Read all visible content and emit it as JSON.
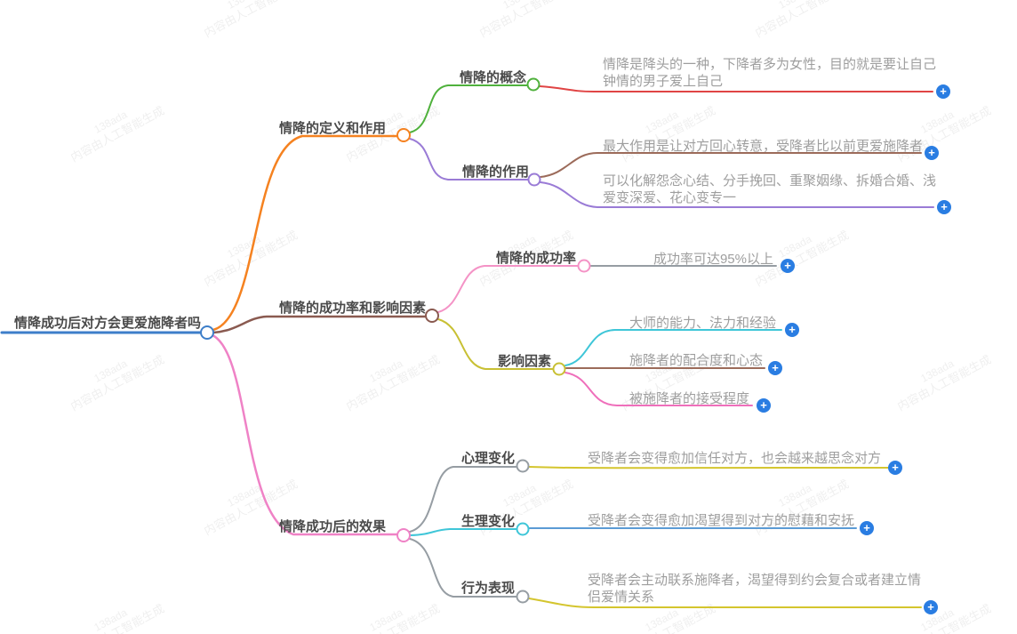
{
  "colors": {
    "root": "#3d7ec9",
    "plus": "#2a7de2",
    "orange": "#f58220",
    "green": "#4fb13c",
    "red": "#e04444",
    "purple": "#9a7bd6",
    "brown": "#9c6b5a",
    "darkbrown": "#8a5a50",
    "pink": "#ef82c6",
    "pinklight": "#f493c6",
    "pinkdeep": "#ef6fbb",
    "olive": "#c8c034",
    "yellow": "#d4c52e",
    "cyan": "#3fc6d8",
    "blueleaf": "#5b9bd5",
    "gray": "#969da3",
    "label_text": "#4a4a4a",
    "leaf_text": "#9e9e9e",
    "wm_color": "rgba(130,130,130,0.13)"
  },
  "icons": {
    "plus": "+"
  },
  "watermark": {
    "line1": "138ada",
    "line2": "内容由人工智能生成"
  },
  "mindmap": {
    "root": {
      "label": "情降成功后对方会更爱施降者吗"
    },
    "branches": [
      {
        "label": "情降的定义和作用",
        "children": [
          {
            "label": "情降的概念",
            "leaves": [
              "情降是降头的一种，下降者多为女性，目的就是要让自己钟情的男子爱上自己"
            ]
          },
          {
            "label": "情降的作用",
            "leaves": [
              "最大作用是让对方回心转意，受降者比以前更爱施降者",
              "可以化解怨念心结、分手挽回、重聚姻缘、拆婚合婚、浅爱变深爱、花心变专一"
            ]
          }
        ]
      },
      {
        "label": "情降的成功率和影响因素",
        "children": [
          {
            "label": "情降的成功率",
            "leaves": [
              "成功率可达95%以上"
            ]
          },
          {
            "label": "影响因素",
            "leaves": [
              "大师的能力、法力和经验",
              "施降者的配合度和心态",
              "被施降者的接受程度"
            ]
          }
        ]
      },
      {
        "label": "情降成功后的效果",
        "children": [
          {
            "label": "心理变化",
            "leaves": [
              "受降者会变得愈加信任对方，也会越来越思念对方"
            ]
          },
          {
            "label": "生理变化",
            "leaves": [
              "受降者会变得愈加渴望得到对方的慰藉和安抚"
            ]
          },
          {
            "label": "行为表现",
            "leaves": [
              "受降者会主动联系施降者，渴望得到约会复合或者建立情侣爱情关系"
            ]
          }
        ]
      }
    ]
  }
}
